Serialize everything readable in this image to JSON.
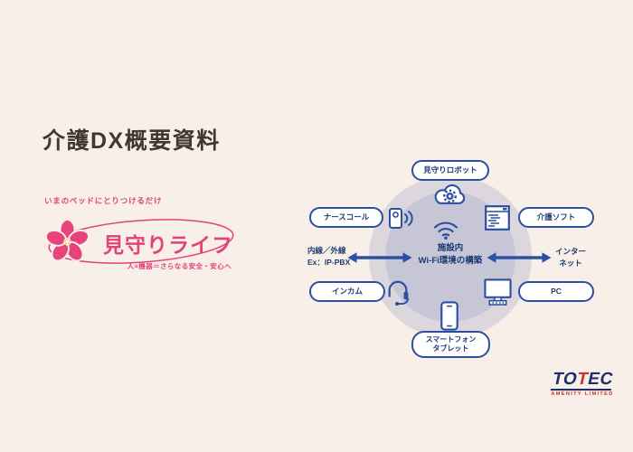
{
  "slide": {
    "title": "介護DX概要資料",
    "background_color": "#f8efe8"
  },
  "brand_logo": {
    "tagline_top": "いまのベッドにとりつけるだけ",
    "name": "見守りライフ",
    "tagline_bottom": "人×機器＝さらなる安全・安心へ",
    "flower_icon": "sakura-flower-icon",
    "pink": "#e0437a"
  },
  "diagram": {
    "hub": {
      "line1": "施設内",
      "line2": "Wi-Fi環境の構築",
      "icon": "wifi-icon"
    },
    "nodes": [
      {
        "label": "見守りロボット",
        "icon": "cloud-gear-icon",
        "position": "top"
      },
      {
        "label": "ナースコール",
        "icon": "nurse-call-icon",
        "position": "left-top"
      },
      {
        "label": "介護ソフト",
        "icon": "software-window-icon",
        "position": "right-top"
      },
      {
        "label": "インカム",
        "icon": "headset-icon",
        "position": "left-bottom"
      },
      {
        "label": "PC",
        "icon": "monitor-icon",
        "position": "right-bottom"
      },
      {
        "label_line1": "スマートフォン",
        "label_line2": "タブレット",
        "icon": "smartphone-icon",
        "position": "bottom"
      }
    ],
    "left_connection": {
      "line1": "内線／外線",
      "line2": "Ex：IP-PBX"
    },
    "right_connection": {
      "line1": "インター",
      "line2": "ネット"
    },
    "colors": {
      "outer_circle": "#dbd7dd",
      "inner_circle": "#c7c6d7",
      "pill_border": "#2d4f9e",
      "arrow": "#2b50a8",
      "text_navy": "#1e3a75"
    }
  },
  "footer_logo": {
    "part1": "TO",
    "part2": "T",
    "part3": "EC",
    "subtitle": "AMENITY LIMITED",
    "navy": "#1d2e6b",
    "red": "#cf2e2e"
  }
}
